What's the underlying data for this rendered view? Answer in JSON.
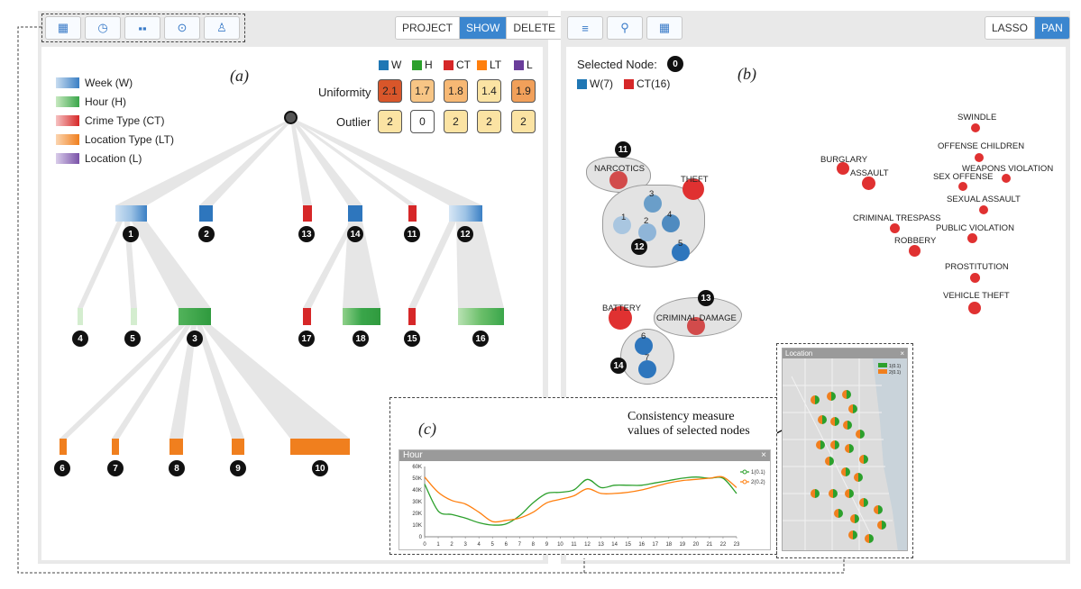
{
  "toolbar_left": {
    "icons": [
      "calendar-icon",
      "clock-icon",
      "grid-icon",
      "location-pin-icon",
      "user-badge-icon"
    ],
    "modes": [
      "PROJECT",
      "SHOW",
      "DELETE"
    ],
    "active_mode": "SHOW"
  },
  "toolbar_right": {
    "icons": [
      "list-icon",
      "search-icon",
      "table-icon"
    ],
    "modes": [
      "LASSO",
      "PAN"
    ],
    "active_mode": "PAN"
  },
  "panel_a": {
    "title": "(a)",
    "legend": [
      {
        "label": "Week (W)",
        "color": "#3a7fc4"
      },
      {
        "label": "Hour (H)",
        "color": "#3aa64a"
      },
      {
        "label": "Crime Type (CT)",
        "color": "#d62728"
      },
      {
        "label": "Location Type (LT)",
        "color": "#f07f1e"
      },
      {
        "label": "Location (L)",
        "color": "#7a52a8"
      }
    ],
    "measure_headers": [
      {
        "label": "W",
        "color": "#1f77b4"
      },
      {
        "label": "H",
        "color": "#2ca02c"
      },
      {
        "label": "CT",
        "color": "#d62728"
      },
      {
        "label": "LT",
        "color": "#ff7f0e"
      },
      {
        "label": "L",
        "color": "#6a3d9a"
      }
    ],
    "uniformity_label": "Uniformity",
    "uniformity": [
      "2.1",
      "1.7",
      "1.8",
      "1.4",
      "1.9"
    ],
    "uniformity_colors": [
      "#d9562a",
      "#f7c585",
      "#f7b874",
      "#fbe3a3",
      "#f1a05a"
    ],
    "outlier_label": "Outlier",
    "outlier": [
      "2",
      "0",
      "2",
      "2",
      "2"
    ],
    "outlier_colors": [
      "#fbe3a3",
      "#ffffff",
      "#fbe3a3",
      "#fbe3a3",
      "#fbe3a3"
    ],
    "nodes": [
      "1",
      "2",
      "13",
      "14",
      "11",
      "12",
      "4",
      "5",
      "3",
      "17",
      "18",
      "15",
      "16",
      "6",
      "7",
      "8",
      "9",
      "10"
    ]
  },
  "panel_b": {
    "title": "(b)",
    "selected_label": "Selected Node:",
    "selected_value": "0",
    "tags": [
      {
        "label": "W(7)",
        "color": "#1f77b4"
      },
      {
        "label": "CT(16)",
        "color": "#d62728"
      }
    ],
    "clusters": [
      "11",
      "12",
      "13",
      "14"
    ],
    "inner_numbers": [
      "1",
      "2",
      "3",
      "4",
      "5",
      "6",
      "7"
    ],
    "crime_labels": [
      "NARCOTICS",
      "THEFT",
      "BATTERY",
      "CRIMINAL DAMAGE",
      "BURGLARY",
      "ASSAULT",
      "SWINDLE",
      "OFFENSE CHILDREN",
      "WEAPONS VIOLATION",
      "SEX OFFENSE",
      "SEXUAL ASSAULT",
      "CRIMINAL TRESPASS",
      "PUBLIC VIOLATION",
      "ROBBERY",
      "PROSTITUTION",
      "VEHICLE THEFT"
    ]
  },
  "panel_c": {
    "title": "(c)",
    "chart_title": "Hour",
    "close": "×",
    "annotation": "Consistency measure\nvalues of selected nodes"
  },
  "map_panel": {
    "title": "Location",
    "close": "×",
    "legend": [
      "1(0.1)",
      "2(0.1)"
    ]
  },
  "chart_data": {
    "type": "line",
    "title": "Hour",
    "x": [
      0,
      1,
      2,
      3,
      4,
      5,
      6,
      7,
      8,
      9,
      10,
      11,
      12,
      13,
      14,
      15,
      16,
      17,
      18,
      19,
      20,
      21,
      22,
      23
    ],
    "yticks": [
      "0",
      "10K",
      "20K",
      "30K",
      "40K",
      "50K",
      "60K"
    ],
    "ylim": [
      0,
      60000
    ],
    "xlim": [
      0,
      23
    ],
    "series": [
      {
        "name": "1(0.1)",
        "color": "#2ca02c",
        "values": [
          45000,
          22000,
          19000,
          16000,
          12000,
          10000,
          11000,
          18000,
          29000,
          37000,
          38000,
          40000,
          49000,
          42000,
          44000,
          44000,
          44000,
          46000,
          48000,
          50000,
          51000,
          50000,
          50000,
          37000
        ]
      },
      {
        "name": "2(0.2)",
        "color": "#ff7f0e",
        "values": [
          51000,
          38000,
          31000,
          28000,
          21000,
          13000,
          14000,
          16000,
          21000,
          29000,
          32000,
          35000,
          41000,
          37000,
          37000,
          38000,
          40000,
          43000,
          46000,
          48000,
          49000,
          50000,
          51000,
          42000
        ]
      }
    ]
  }
}
